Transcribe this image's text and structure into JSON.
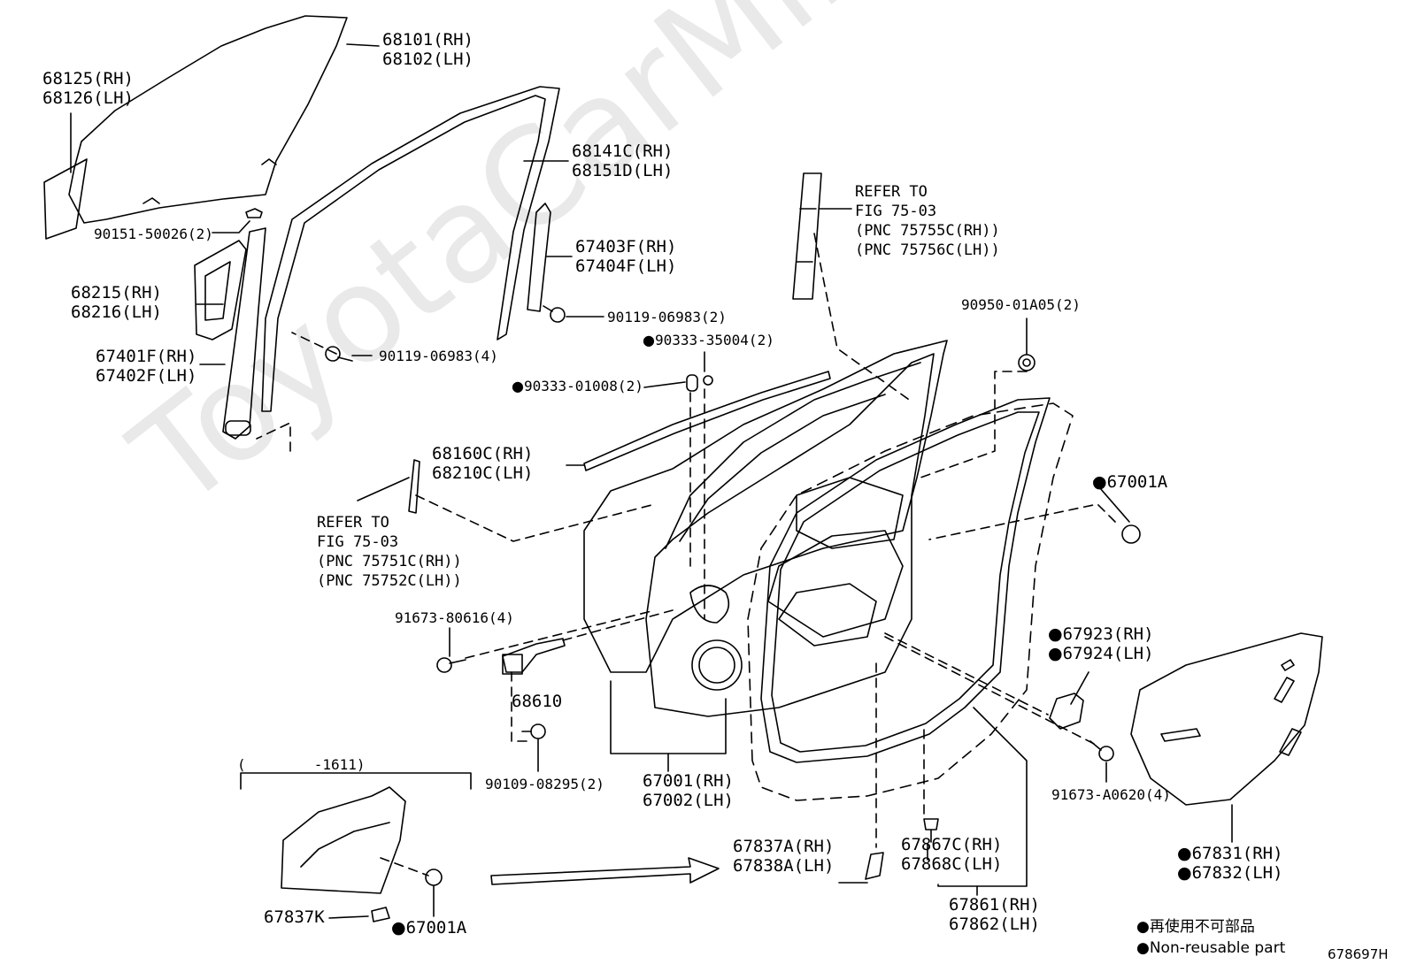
{
  "watermark": "ToyotaCarMine.ru",
  "parts": {
    "window_glass": {
      "rh": "68101(RH)",
      "lh": "68102(LH)"
    },
    "glass_film": {
      "rh": "68125(RH)",
      "lh": "68126(LH)"
    },
    "glass_bolt": "90151-50026(2)",
    "run_channel": {
      "rh": "68141C(RH)",
      "lh": "68151D(LH)"
    },
    "rear_sash": {
      "rh": "67403F(RH)",
      "lh": "67404F(LH)"
    },
    "sash_bolt_upper": "90119-06983(2)",
    "front_corner": {
      "rh": "68215(RH)",
      "lh": "68216(LH)"
    },
    "front_sash": {
      "rh": "67401F(RH)",
      "lh": "67402F(LH)"
    },
    "sash_bolt_lower": "90119-06983(4)",
    "plug_a": "90333-35004(2)",
    "plug_b": "90333-01008(2)",
    "belt_molding": {
      "rh": "68160C(RH)",
      "lh": "68210C(LH)"
    },
    "refer_front": {
      "line1": "REFER TO",
      "line2": "FIG 75-03",
      "line3": "(PNC 75751C(RH))",
      "line4": "(PNC 75752C(LH))"
    },
    "refer_rear": {
      "line1": "REFER TO",
      "line2": "FIG 75-03",
      "line3": "(PNC 75755C(RH))",
      "line4": "(PNC 75756C(LH))"
    },
    "grommet": "90950-01A05(2)",
    "cap_right": "67001A",
    "hinge_bolt": "91673-80616(4)",
    "check_arm": "68610",
    "check_bolt": "90109-08295(2)",
    "door_panel": {
      "rh": "67001(RH)",
      "lh": "67002(LH)"
    },
    "cover": {
      "rh": "67923(RH)",
      "lh": "67924(LH)"
    },
    "cover_bolt": "91673-A0620(4)",
    "service_hole_cover": {
      "rh": "67831(RH)",
      "lh": "67832(LH)"
    },
    "inset_range": "(        -1611)",
    "inset_cushion": "67837K",
    "inset_cap": "67001A",
    "cushion": {
      "rh": "67837A(RH)",
      "lh": "67838A(LH)"
    },
    "clip": {
      "rh": "67867C(RH)",
      "lh": "67868C(LH)"
    },
    "weatherstrip": {
      "rh": "67861(RH)",
      "lh": "67862(LH)"
    }
  },
  "legend": {
    "line1": "再使用不可部品",
    "line2": "Non-reusable part"
  },
  "figure_id": "678697H"
}
